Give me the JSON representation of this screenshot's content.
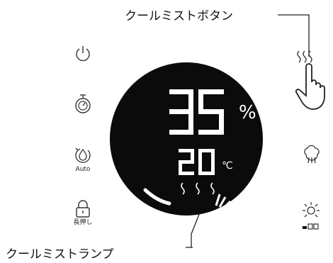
{
  "callouts": {
    "cool_mist_button": "クールミストボタン",
    "cool_mist_lamp": "クールミストランプ"
  },
  "display": {
    "humidity_value": "35",
    "humidity_unit": "%",
    "temperature_value": "20",
    "temperature_unit": "℃"
  },
  "left_controls": [
    {
      "icon": "power-icon",
      "label": ""
    },
    {
      "icon": "timer-icon",
      "label": ""
    },
    {
      "icon": "auto-mode-icon",
      "label": "Auto"
    },
    {
      "icon": "lock-icon",
      "label": "長押し"
    }
  ],
  "right_controls": [
    {
      "icon": "cool-mist-icon",
      "label": ""
    },
    {
      "icon": "mist-volume-icon",
      "label": ""
    },
    {
      "icon": "light-brightness-icon",
      "label": ""
    }
  ],
  "colors": {
    "display_bg": "#0b0b0b",
    "segment": "#ffffff",
    "icon": "#333333"
  }
}
